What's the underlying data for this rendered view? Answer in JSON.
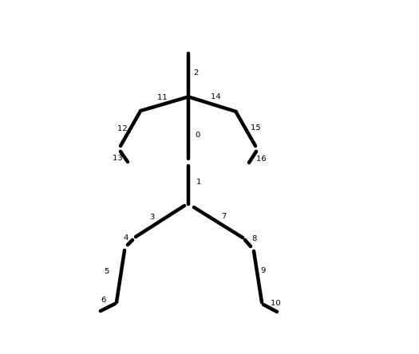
{
  "figure": {
    "background_color": "#ffffff",
    "line_color": "#000000",
    "segment_labels": [
      "0",
      "1",
      "2",
      "3",
      "4",
      "5",
      "6",
      "7",
      "8",
      "9",
      "10",
      "11",
      "12",
      "13",
      "14",
      "15",
      "16"
    ]
  }
}
